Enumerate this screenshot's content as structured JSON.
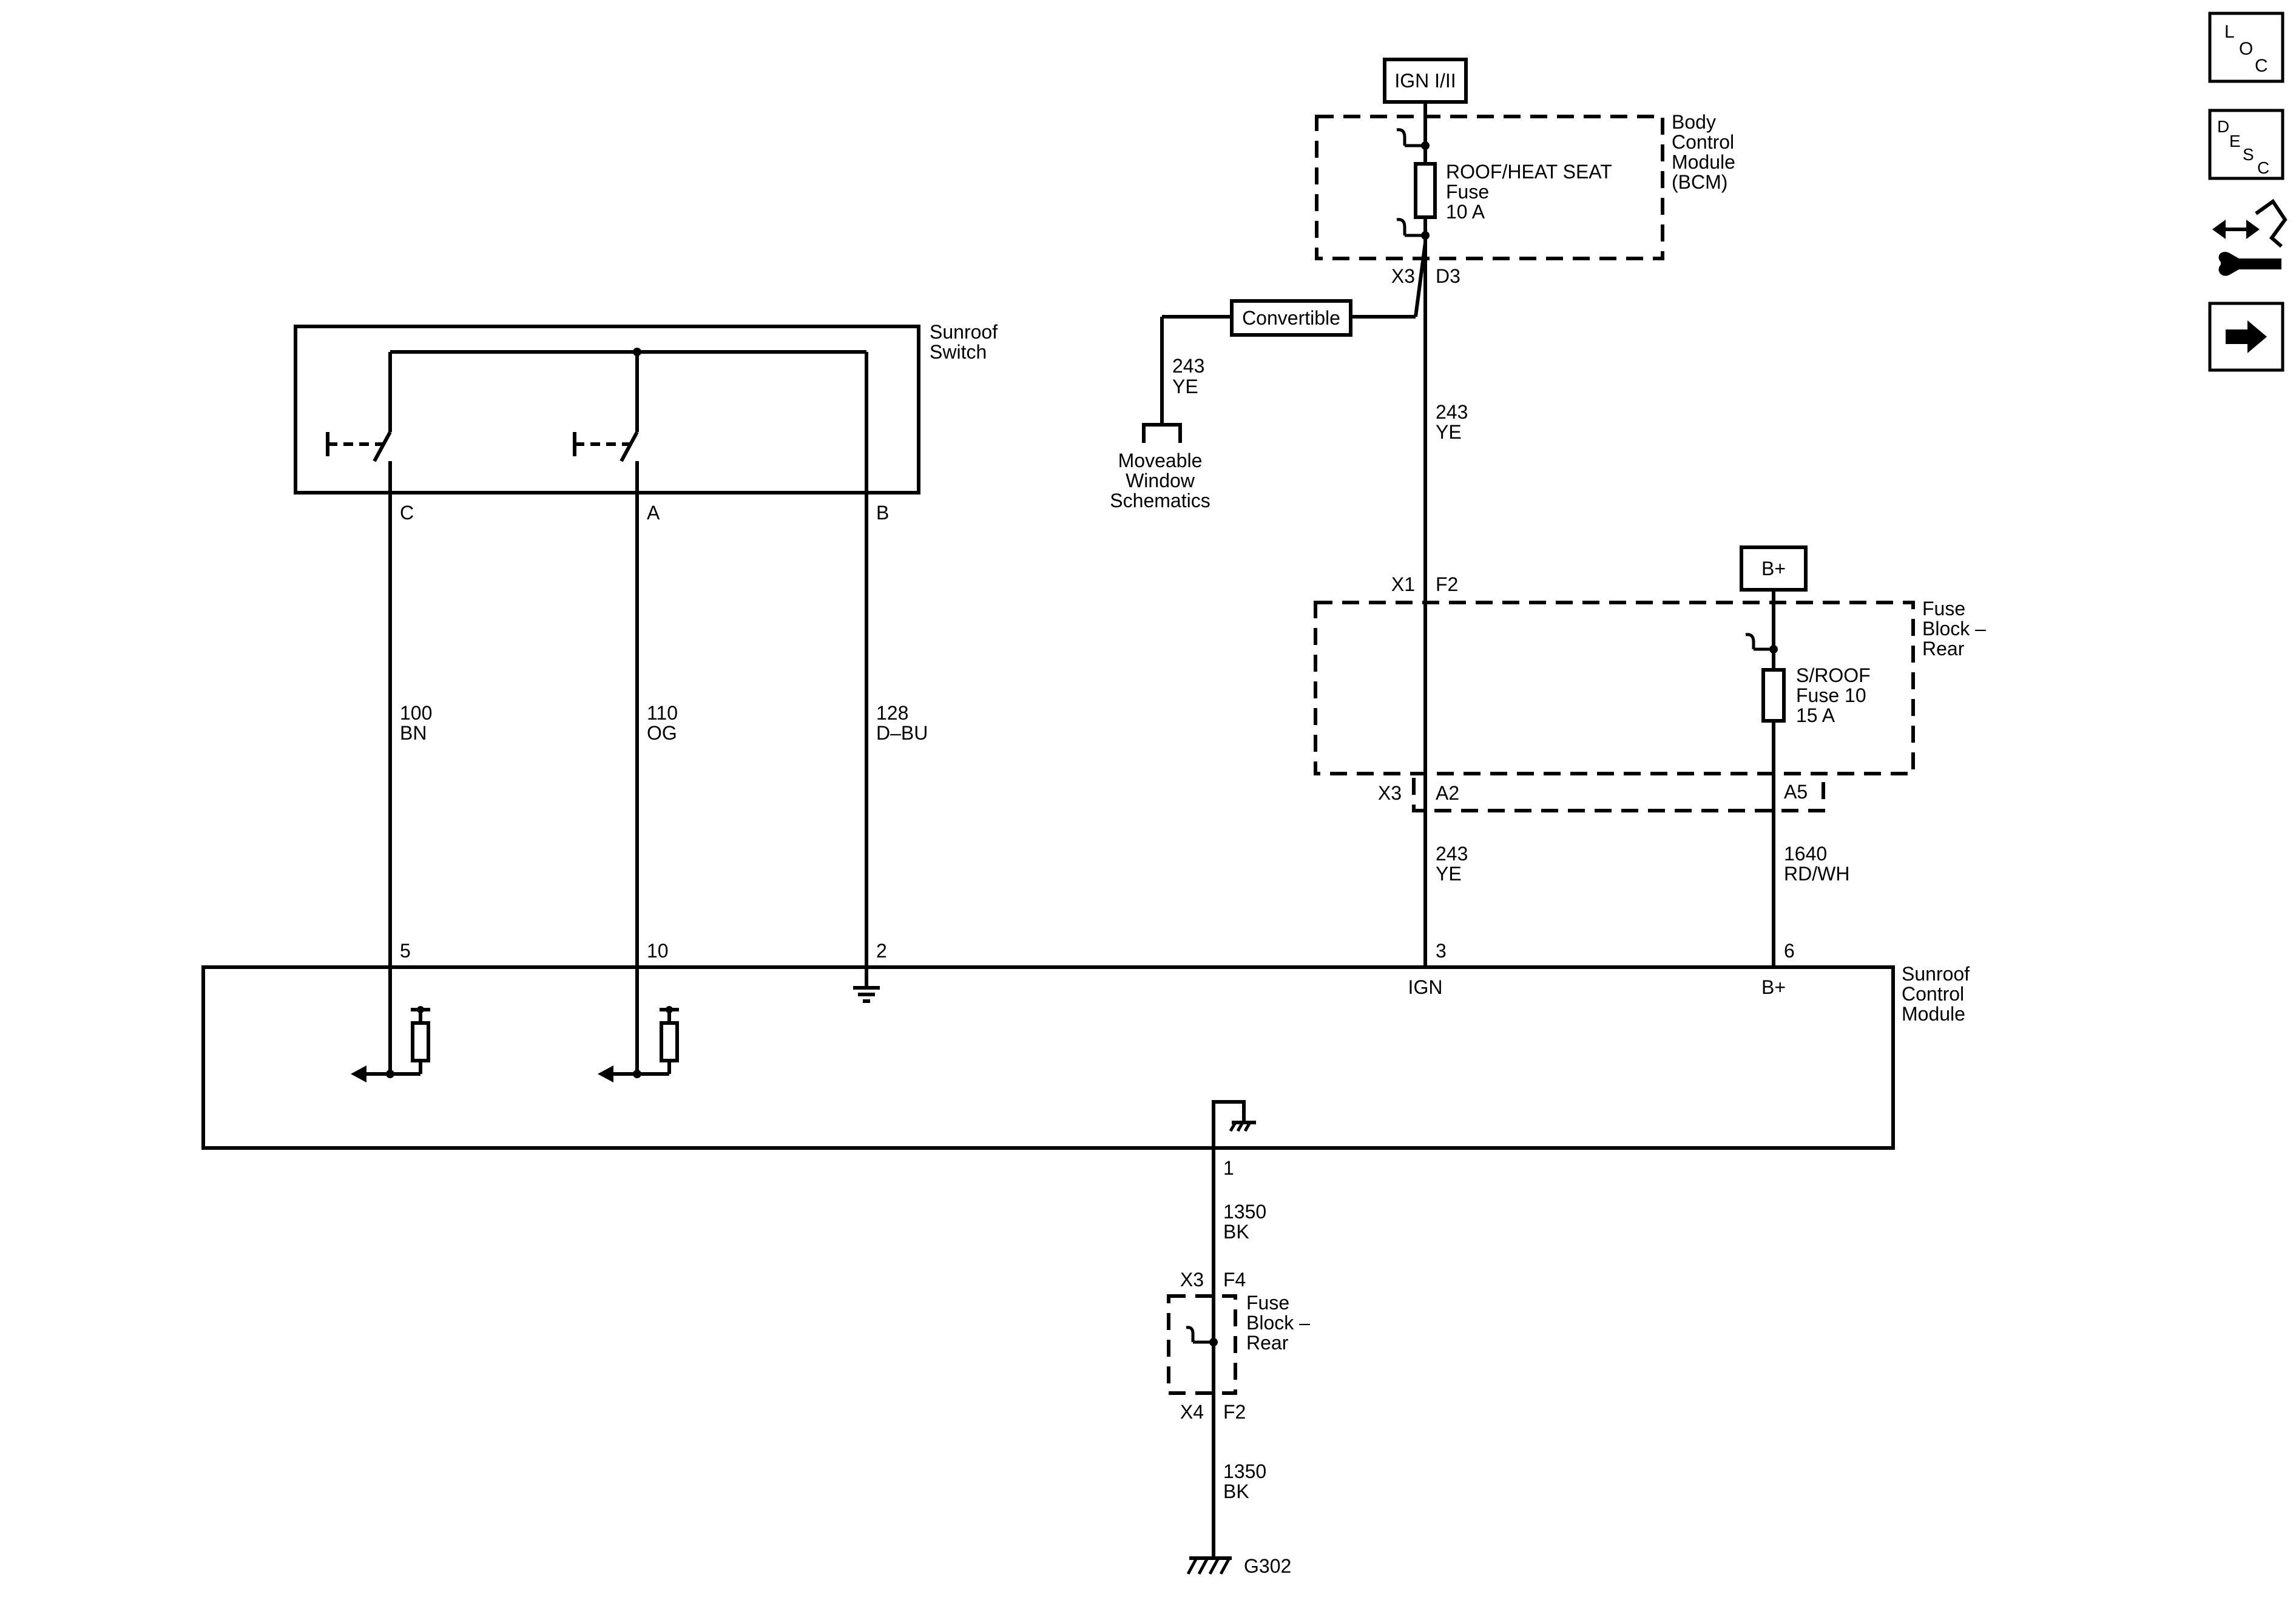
{
  "power_sources": {
    "ign": "IGN I/II",
    "bplus": "B+"
  },
  "bcm": {
    "label": [
      "Body",
      "Control",
      "Module",
      "(BCM)"
    ],
    "fuse": [
      "ROOF/HEAT SEAT",
      "Fuse",
      "10 A"
    ],
    "connector": "X3",
    "pin": "D3"
  },
  "convertible": {
    "label": "Convertible",
    "wire": [
      "243",
      "YE"
    ],
    "target": [
      "Moveable",
      "Window",
      "Schematics"
    ]
  },
  "wire_243_upper": [
    "243",
    "YE"
  ],
  "fuse_block_rear": {
    "label": [
      "Fuse",
      "Block –",
      "Rear"
    ],
    "in_connector": "X1",
    "in_pin": "F2",
    "fuse": [
      "S/ROOF",
      "Fuse 10",
      "15 A"
    ],
    "out_connector": "X3",
    "pin_a2": "A2",
    "pin_a5": "A5"
  },
  "wire_243_lower": [
    "243",
    "YE"
  ],
  "wire_1640": [
    "1640",
    "RD/WH"
  ],
  "sunroof_switch": {
    "label": [
      "Sunroof",
      "Switch"
    ],
    "pins": [
      "C",
      "A",
      "B"
    ]
  },
  "wires_switch": [
    {
      "circuit": "100",
      "color": "BN"
    },
    {
      "circuit": "110",
      "color": "OG"
    },
    {
      "circuit": "128",
      "color": "D–BU"
    }
  ],
  "sunroof_module": {
    "label": [
      "Sunroof",
      "Control",
      "Module"
    ],
    "pins": [
      "5",
      "10",
      "2",
      "3",
      "6",
      "1"
    ],
    "ign_label": "IGN",
    "bplus_label": "B+"
  },
  "ground_wire_upper": [
    "1350",
    "BK"
  ],
  "ground_splice": {
    "top_connector": "X3",
    "top_pin": "F4",
    "label": [
      "Fuse",
      "Block –",
      "Rear"
    ],
    "bottom_connector": "X4",
    "bottom_pin": "F2"
  },
  "ground_wire_lower": [
    "1350",
    "BK"
  ],
  "ground_label": "G302",
  "nav_icons": {
    "loc": [
      "L",
      "O",
      "C"
    ],
    "desc": [
      "D",
      "E",
      "S",
      "C"
    ]
  }
}
